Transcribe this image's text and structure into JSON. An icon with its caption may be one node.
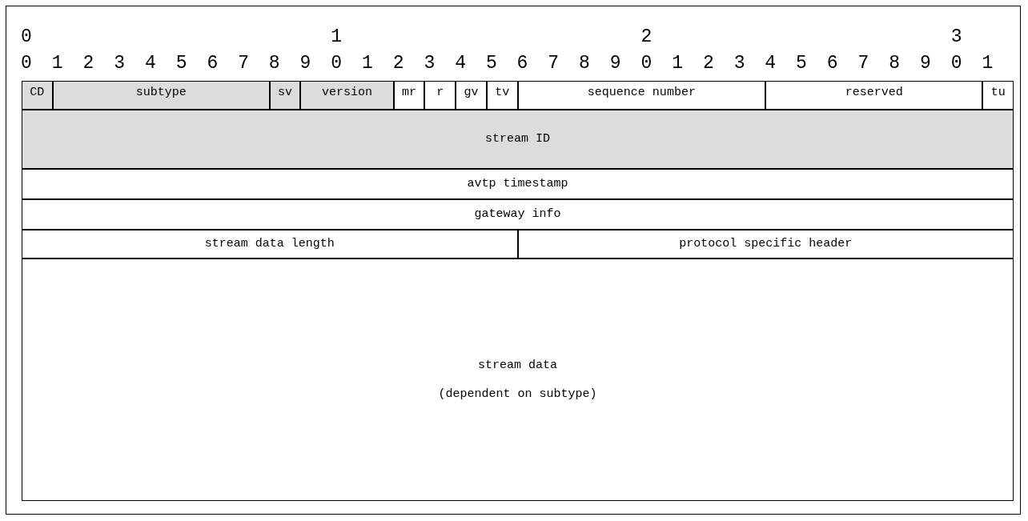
{
  "diagram": {
    "nodes": [
      {
        "text": [
          "CD"
        ]
      },
      {
        "text": [
          "subtype"
        ]
      },
      {
        "text": [
          "sv"
        ]
      },
      {
        "text": [
          "version"
        ]
      },
      {
        "text": [
          "mr"
        ]
      },
      {
        "text": [
          "r"
        ]
      },
      {
        "text": [
          "gv"
        ]
      },
      {
        "text": [
          "tv"
        ]
      },
      {
        "text": [
          "sequence number"
        ]
      },
      {
        "text": [
          "reserved"
        ]
      },
      {
        "text": [
          "tu"
        ]
      },
      {
        "text": [
          "stream ID"
        ]
      },
      {
        "text": [
          "avtp timestamp"
        ]
      },
      {
        "text": [
          "gateway info"
        ]
      },
      {
        "text": [
          "stream data length"
        ]
      },
      {
        "text": [
          "protocol specific header"
        ]
      },
      {
        "text": [
          "stream data",
          "(dependent on subtype)"
        ]
      }
    ],
    "labels": [
      "0",
      "1",
      "2",
      "3",
      "0",
      "1",
      "2",
      "3",
      "4",
      "5",
      "6",
      "7",
      "8",
      "9",
      "0",
      "1",
      "2",
      "3",
      "4",
      "5",
      "6",
      "7",
      "8",
      "9",
      "0",
      "1",
      "2",
      "3",
      "4",
      "5",
      "6",
      "7",
      "8",
      "9",
      "0",
      "1"
    ]
  }
}
